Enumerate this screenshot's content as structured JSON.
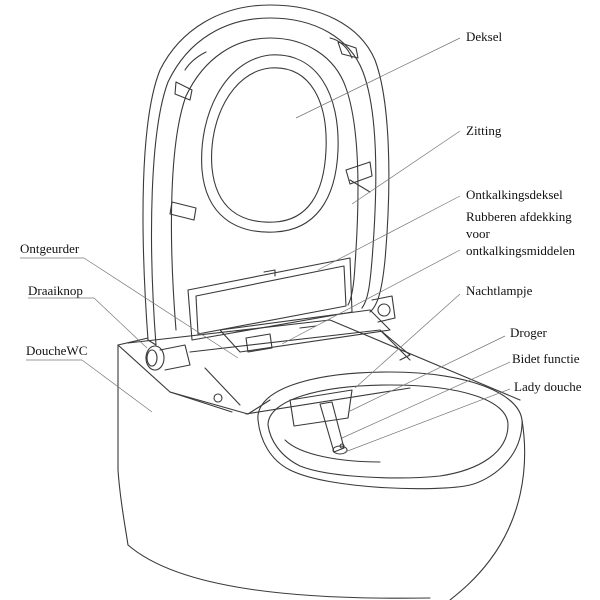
{
  "title": "",
  "labels": {
    "deksel": "Deksel",
    "zitting": "Zitting",
    "ontkalkingsdeksel": "Ontkalkingsdeksel",
    "rubberen_line1": "Rubberen afdekking",
    "rubberen_line2": "voor",
    "rubberen_line3": "ontkalkingsmiddelen",
    "ontgeurder": "Ontgeurder",
    "draaiknop": "Draaiknop",
    "douchewc": "DoucheWC",
    "nachtlampje": "Nachtlampje",
    "droger": "Droger",
    "bidet_functie": "Bidet functie",
    "lady_douche": "Lady douche"
  },
  "colors": {
    "line": "#3a3a3a",
    "leader": "#777777",
    "text": "#111111",
    "background": "#ffffff"
  }
}
